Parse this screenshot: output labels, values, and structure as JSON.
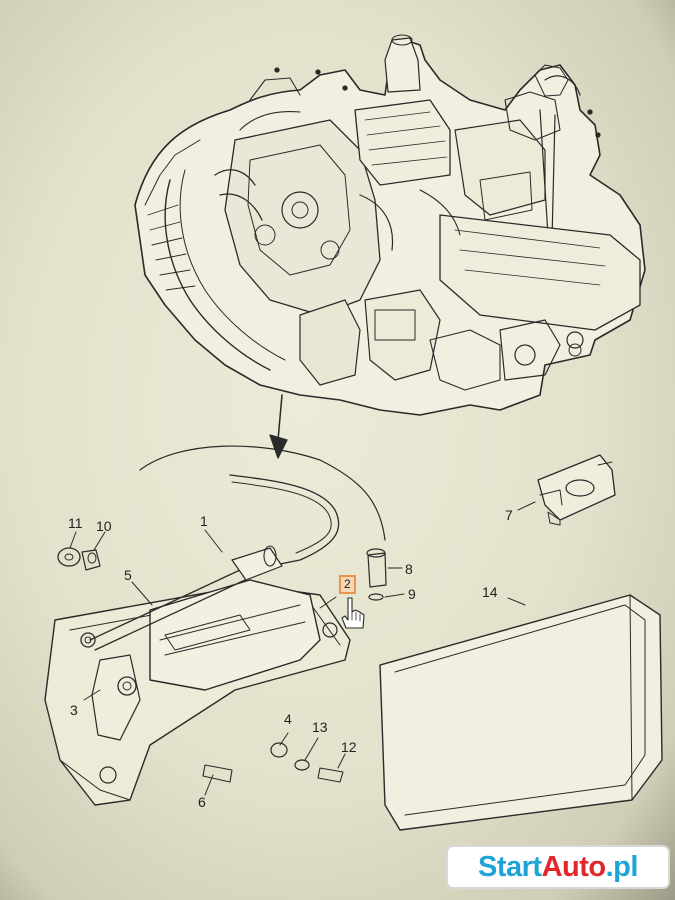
{
  "callouts": {
    "p1": "1",
    "p2": "2",
    "p3": "3",
    "p4": "4",
    "p5": "5",
    "p6": "6",
    "p7": "7",
    "p8": "8",
    "p9": "9",
    "p10": "10",
    "p11": "11",
    "p12": "12",
    "p13": "13",
    "p14": "14"
  },
  "highlighted_callout": "2",
  "watermark": {
    "part1": "Start",
    "part2": "Auto",
    "part3": ".pl"
  },
  "colors": {
    "paper": "#e3e1cb",
    "ink": "#2a2a2a",
    "highlight_border": "#e8944c",
    "highlight_fill": "#f6d7b8",
    "brand_blue": "#1ea4d6",
    "brand_red": "#e1272a"
  }
}
